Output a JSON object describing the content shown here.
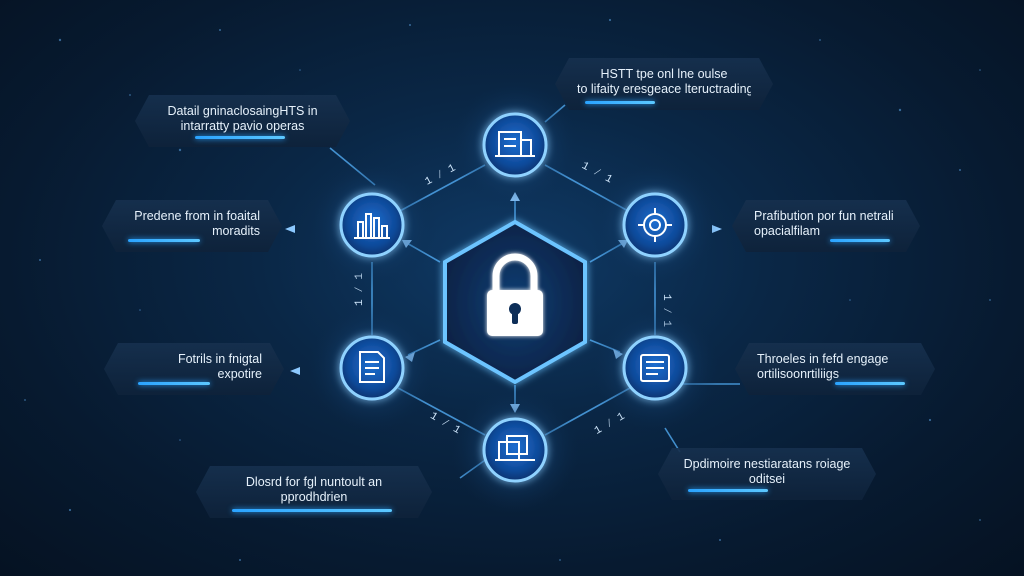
{
  "colors": {
    "accent": "#2aa3ff",
    "glow": "#38b6ff",
    "background": "#071a30",
    "panel": "#16304e",
    "text": "#e6f1fb"
  },
  "center": {
    "icon": "padlock-icon"
  },
  "nodes": [
    {
      "id": "top",
      "icon": "building-icon"
    },
    {
      "id": "upper-left",
      "icon": "chart-icon"
    },
    {
      "id": "upper-right",
      "icon": "target-icon"
    },
    {
      "id": "lower-left",
      "icon": "document-icon"
    },
    {
      "id": "lower-right",
      "icon": "list-icon"
    },
    {
      "id": "bottom",
      "icon": "folders-icon"
    }
  ],
  "connector_labels": {
    "top_left": "1 ⁄ 1",
    "top_right": "1 ⁄ 1",
    "left_vertical": "1 ⁄ 1",
    "right_vertical": "1 ⁄ 1",
    "bottom_left": "1 ⁄ 1",
    "bottom_right": "1 ⁄ 1"
  },
  "callouts": {
    "top_left": {
      "line1": "Datail gninaclosaingHTS in",
      "line2": "intarratty pavio operas"
    },
    "top_right": {
      "line1": "HSTT tpe onl lne oulse",
      "line2": "to lifaity eresgeace lteructrading"
    },
    "mid_left": {
      "line1": "Predene from  in foaital",
      "line2": "moradits"
    },
    "mid_right": {
      "line1": "Prafibution por fun netrali",
      "line2": "opacialfilam"
    },
    "low_left": {
      "line1": "Fotrils in fnigtal",
      "line2": "expotire"
    },
    "low_right": {
      "line1": "Throeles in fefd engage",
      "line2": "ortilisoonrtiliigs"
    },
    "bot_left": {
      "line1": "Dlosrd for fgl nuntoult an",
      "line2": "pprodhdrien"
    },
    "bot_right": {
      "line1": "Dpdimoire nestiaratans roiage",
      "line2": "oditsei"
    }
  }
}
